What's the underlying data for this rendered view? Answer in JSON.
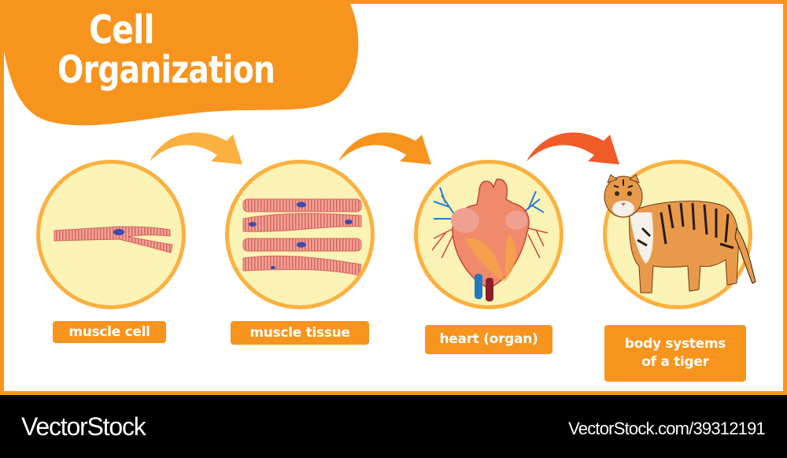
{
  "title": {
    "line1": "Cell",
    "line2": "Organization"
  },
  "colors": {
    "frame": "#f7941d",
    "title_blob": "#f7941d",
    "circle_fill": "#fbf3b5",
    "circle_border": "#fbb040",
    "label_bg": "#f7941d",
    "arrow_1": "#fbb040",
    "arrow_2": "#f7941d",
    "arrow_3": "#f15a29",
    "muscle": "#e8837a",
    "nucleus": "#3b4bb0"
  },
  "stages": [
    {
      "id": "muscle-cell",
      "label_lines": [
        "muscle cell"
      ],
      "image": "muscle-cell-illustration"
    },
    {
      "id": "muscle-tissue",
      "label_lines": [
        "muscle tissue"
      ],
      "image": "muscle-tissue-illustration"
    },
    {
      "id": "heart-organ",
      "label_lines": [
        "heart (organ)"
      ],
      "image": "heart-illustration"
    },
    {
      "id": "body-systems",
      "label_lines": [
        "body systems",
        "of a tiger"
      ],
      "image": "tiger-illustration"
    }
  ],
  "arrows": [
    {
      "from": "muscle-cell",
      "to": "muscle-tissue"
    },
    {
      "from": "muscle-tissue",
      "to": "heart-organ"
    },
    {
      "from": "heart-organ",
      "to": "body-systems"
    }
  ],
  "footer": {
    "brand": "VectorStock",
    "url_text": "VectorStock.com/39312191"
  }
}
